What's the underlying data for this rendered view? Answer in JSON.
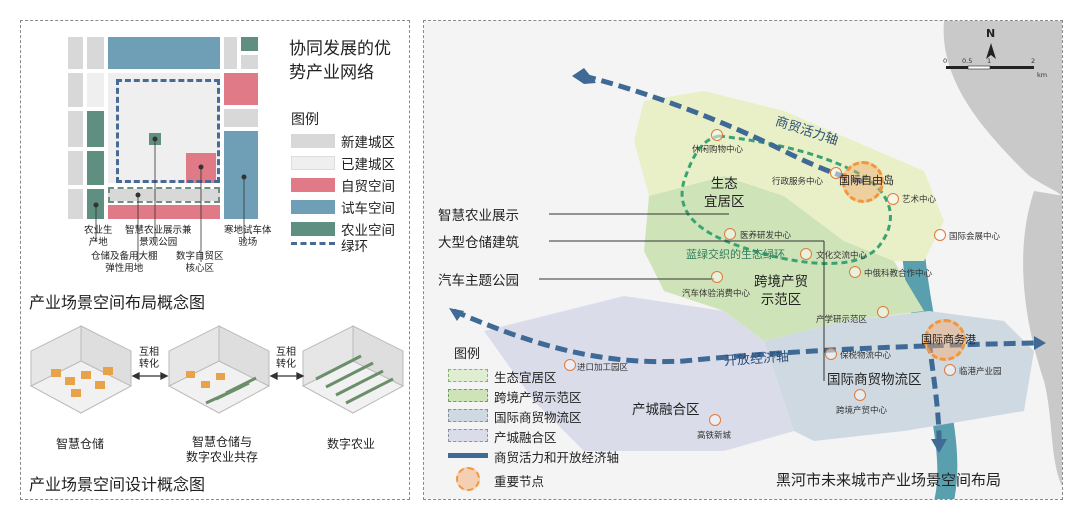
{
  "left": {
    "title_line1": "协同发展的优",
    "title_line2": "势产业网络",
    "legend_title": "图例",
    "legend": [
      {
        "label": "新建城区",
        "color": "#d8d8d8"
      },
      {
        "label": "已建城区",
        "color": "#efefef"
      },
      {
        "label": "自贸空间",
        "color": "#e07a86"
      },
      {
        "label": "试车空间",
        "color": "#6e9fb6"
      },
      {
        "label": "农业空间",
        "color": "#5e8f80"
      },
      {
        "label": "绿环",
        "color": "#4a6a96"
      }
    ],
    "annotations": {
      "ag_line1": "农业生",
      "ag_line2": "产地",
      "park_line1": "智慧农业展示兼",
      "park_line2": "景观公园",
      "storage_line1": "仓储及备用大棚",
      "storage_line2": "弹性用地",
      "ftz_line1": "数字自贸区",
      "ftz_line2": "核心区",
      "cold_line1": "寒地试车体",
      "cold_line2": "验场"
    },
    "layout_title": "产业场景空间布局概念图",
    "arrow1_line1": "互相",
    "arrow1_line2": "转化",
    "arrow2_line1": "互相",
    "arrow2_line2": "转化",
    "scene1": "智慧仓储",
    "scene2_line1": "智慧仓储与",
    "scene2_line2": "数字农业共存",
    "scene3": "数字农业",
    "design_title": "产业场景空间设计概念图"
  },
  "right": {
    "north": "N",
    "scale": [
      "0",
      "0.5",
      "1",
      "2"
    ],
    "scale_unit": "km",
    "axis_trade": "商贸活力轴",
    "axis_open": "开放经济轴",
    "ring": "蓝绿交织的生态绿环",
    "zones": {
      "eco_line1": "生态",
      "eco_line2": "宜居区",
      "cross_line1": "跨境产贸",
      "cross_line2": "示范区",
      "logi": "国际商贸物流区",
      "fusion": "产城融合区"
    },
    "nodes": {
      "free_island": "国际自由岛",
      "trade_port": "国际商务港"
    },
    "places": {
      "leisure": "休闲购物中心",
      "admin": "行政服务中心",
      "art": "艺术中心",
      "expo": "国际会展中心",
      "medical": "医养研发中心",
      "culture": "文化交流中心",
      "sino_russia": "中俄科教合作中心",
      "car": "汽车体验消费中心",
      "research": "产学研示范区",
      "bonded": "保税物流中心",
      "import": "进口加工园区",
      "border": "临港产业园",
      "cross_center": "跨境产贸中心",
      "hitech": "高铁新城"
    },
    "callouts": [
      "智慧农业展示",
      "大型仓储建筑",
      "汽车主题公园"
    ],
    "legend_title": "图例",
    "legend": [
      {
        "label": "生态宜居区",
        "color": "#dfeed0"
      },
      {
        "label": "跨境产贸示范区",
        "color": "#cfe3b8"
      },
      {
        "label": "国际商贸物流区",
        "color": "#cfd9e2"
      },
      {
        "label": "产城融合区",
        "color": "#dadcea"
      },
      {
        "label": "商贸活力和开放经济轴",
        "color": "#3f6a96"
      },
      {
        "label": "重要节点",
        "color": "#f2963d"
      }
    ],
    "map_title": "黑河市未来城市产业场景空间布局"
  }
}
